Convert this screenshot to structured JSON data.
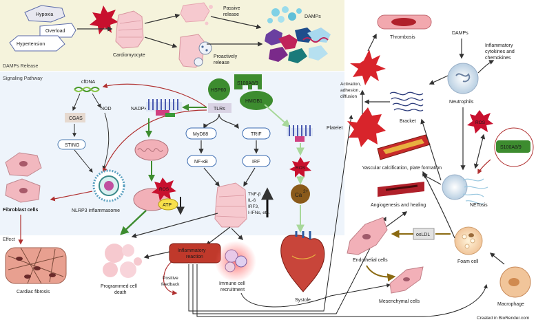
{
  "sections": {
    "damps_release": "DAMPs Release",
    "signaling_pathway": "Signaling Pathway",
    "effect": "Effect"
  },
  "stressors": {
    "hypoxia": "Hypoxia",
    "overload": "Overload",
    "hypertension": "Hypertension"
  },
  "release": {
    "cardiomyocyte": "Cardiomyocyte",
    "passive_line1": "Passive",
    "passive_line2": "release",
    "proactive_line1": "Proactively",
    "proactive_line2": "release",
    "damps": "DAMPs"
  },
  "signaling": {
    "cfdna": "cfDNA",
    "cgas": "CGAS",
    "nod": "NOD",
    "sting": "STING",
    "nadph": "NADPH",
    "hsp60": "HSP60",
    "s100a8_9": "S100A8/9",
    "hmgb1": "HMGB1",
    "tlrs": "TLRs",
    "myd88": "MyD88",
    "trif": "TRIF",
    "nfkb": "NF-κB",
    "irf": "IRF",
    "ros": "ROS",
    "atp": "ATP",
    "ca": "Ca",
    "ca_sup": "2+",
    "nlrp3": "NLRP3 inflammasome",
    "fibroblast": "Fibroblast cells",
    "cytokines": [
      "TNF-β",
      "IL-6",
      "IRF3,",
      "I-IFNs, etc."
    ]
  },
  "effect": {
    "cardiac_fibrosis": "Cardiac fibrosis",
    "pcd_line1": "Programmed cell",
    "pcd_line2": "death",
    "pos_line1": "Positive",
    "pos_line2": "feedback",
    "inflam_line1": "Inflammatory",
    "inflam_line2": "reaction",
    "immune_line1": "Immune cell",
    "immune_line2": "recruitment",
    "systole": "Systole"
  },
  "right": {
    "thrombosis": "Thrombosis",
    "damps": "DAMPs",
    "cyto_line1": "Inflammatory",
    "cyto_line2": "cytokines and",
    "cyto_line3": "chemokines",
    "act_line1": "Activation,",
    "act_line2": "adhesion,",
    "act_line3": "diffusion",
    "platelet": "Platelet",
    "bracket": "Bracket",
    "neutrophils": "Neutrophils",
    "ros": "ROS",
    "s100a8_9": "S100A8/9",
    "vascular": "Vascular calcification, plate formation",
    "netosis": "NETosis",
    "angio": "Angiogenesis and healing",
    "oxldl": "oxLDL",
    "endothelial": "Endothelial cells",
    "foam": "Foam cell",
    "mesenchymal": "Mesenchymal cells",
    "macrophage": "Macrophage"
  },
  "credit": "Created in BioRender.com",
  "colors": {
    "release_band": "#f5f3dc",
    "signal_band": "#eef4fb",
    "cell_pink": "#f6c9cf",
    "red_star": "#d7263d",
    "green": "#3d8c2f",
    "dark_red_box": "#c0392b",
    "platelet_red": "#d8242b",
    "oxldl_arrow": "#8b6a12"
  }
}
